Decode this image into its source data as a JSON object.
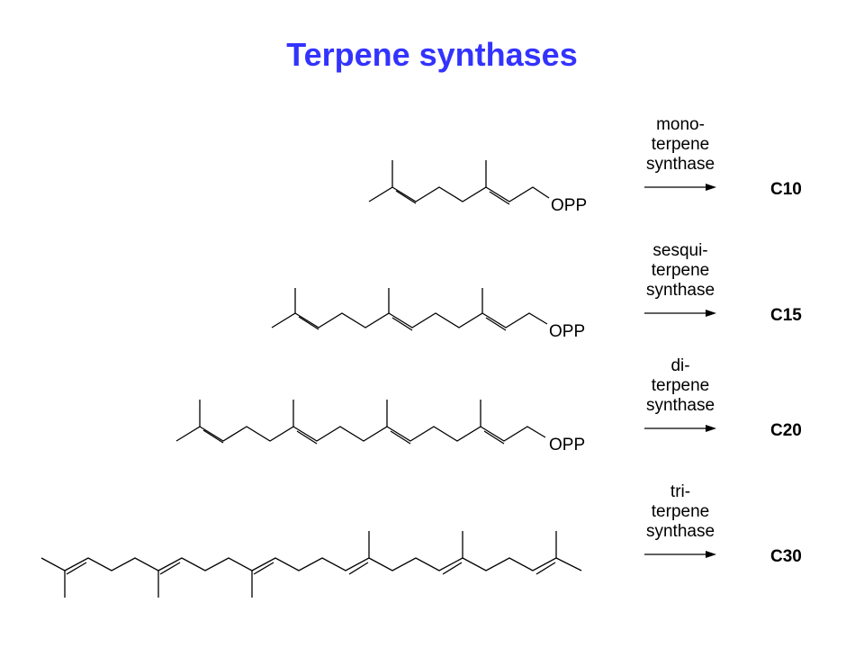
{
  "title": "Terpene synthases",
  "reactions": [
    {
      "enzyme_lines": [
        "mono-",
        "terpene",
        "synthase"
      ],
      "product": "C10",
      "substrate_group": "OPP"
    },
    {
      "enzyme_lines": [
        "sesqui-",
        "terpene",
        "synthase"
      ],
      "product": "C15",
      "substrate_group": "OPP"
    },
    {
      "enzyme_lines": [
        "di-",
        "terpene",
        "synthase"
      ],
      "product": "C20",
      "substrate_group": "OPP"
    },
    {
      "enzyme_lines": [
        "tri-",
        "terpene",
        "synthase"
      ],
      "product": "C30",
      "substrate_group": ""
    }
  ]
}
